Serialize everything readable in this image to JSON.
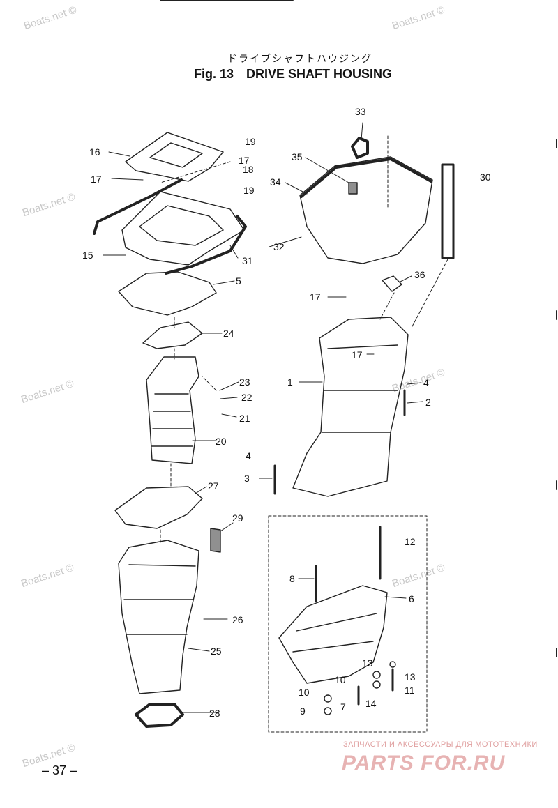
{
  "title": {
    "japanese": "ドライブシャフトハウジング",
    "fig": "Fig. 13",
    "name": "DRIVE SHAFT HOUSING"
  },
  "watermark": "Boats.net ©",
  "page_number": "– 37 –",
  "brand": {
    "subtitle": "ЗАПЧАСТИ И АКСЕССУАРЫ ДЛЯ МОТОТЕХНИКИ",
    "logo": "PARTS FOR.RU"
  },
  "part_labels": [
    "33",
    "19",
    "16",
    "17",
    "18",
    "17",
    "35",
    "34",
    "30",
    "19",
    "15",
    "31",
    "32",
    "5",
    "36",
    "17",
    "24",
    "17",
    "1",
    "23",
    "4",
    "22",
    "2",
    "21",
    "20",
    "4",
    "3",
    "27",
    "29",
    "12",
    "8",
    "6",
    "26",
    "25",
    "13",
    "13",
    "10",
    "11",
    "10",
    "7",
    "14",
    "9",
    "28"
  ]
}
